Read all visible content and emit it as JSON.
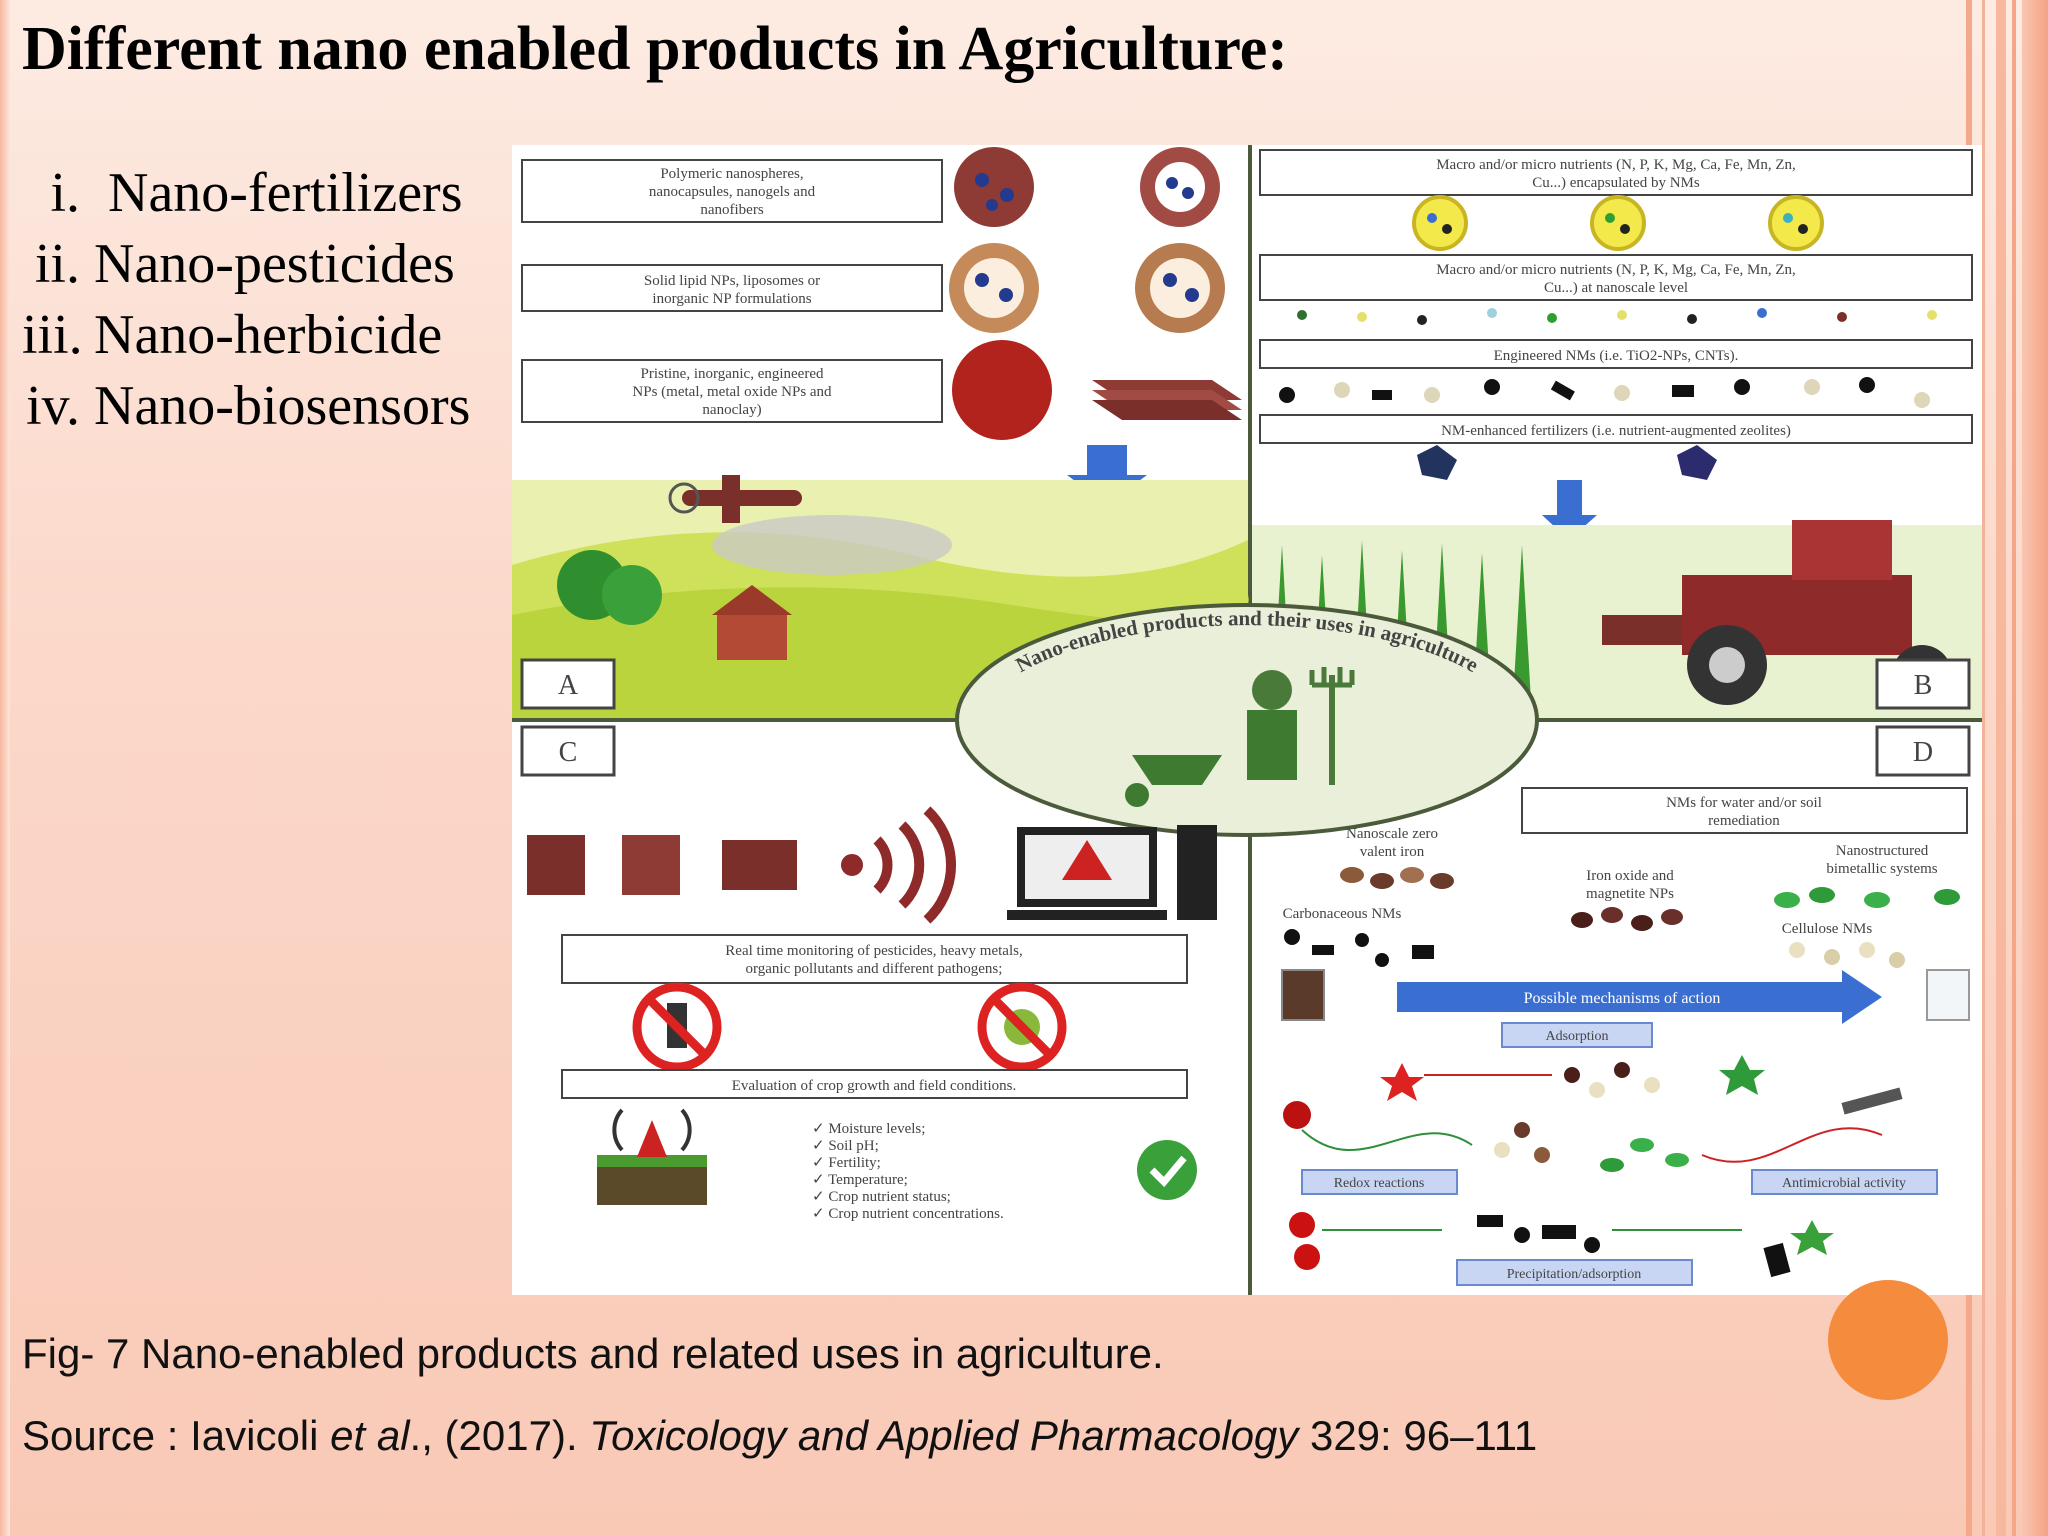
{
  "title": "Different nano enabled products in Agriculture:",
  "list": [
    {
      "num": "i.",
      "text": "Nano-fertilizers"
    },
    {
      "num": "ii.",
      "text": "Nano-pesticides"
    },
    {
      "num": "iii.",
      "text": "Nano-herbicide"
    },
    {
      "num": "iv.",
      "text": "Nano-biosensors"
    }
  ],
  "caption": "Fig- 7  Nano-enabled products and related uses in agriculture.",
  "source": {
    "prefix": "Source : Iavicoli ",
    "etal": "et al",
    "mid": "., (2017). ",
    "journal": "Toxicology and Applied Pharmacology",
    "suffix": " 329: 96–111"
  },
  "figure": {
    "center_text": "Nano-enabled products and their uses in agriculture",
    "panel_labels": {
      "a": "A",
      "b": "B",
      "c": "C",
      "d": "D"
    },
    "a_box1": [
      "Polymeric nanospheres,",
      "nanocapsules, nanogels and",
      "nanofibers"
    ],
    "a_box2": [
      "Solid lipid NPs, liposomes or",
      "inorganic NP formulations"
    ],
    "a_box3": [
      "Pristine, inorganic, engineered",
      "NPs (metal, metal oxide NPs and",
      "nanoclay)"
    ],
    "b_box1": [
      "Macro and/or micro nutrients (N, P, K, Mg, Ca, Fe, Mn, Zn,",
      "Cu...)  encapsulated by NMs"
    ],
    "b_box2": [
      "Macro and/or micro nutrients (N, P, K, Mg, Ca, Fe, Mn, Zn,",
      "Cu...)  at nanoscale level"
    ],
    "b_box3": "Engineered NMs (i.e. TiO2-NPs, CNTs).",
    "b_box4": "NM-enhanced fertilizers (i.e. nutrient-augmented zeolites)",
    "c_box1": [
      "Real time monitoring of pesticides, heavy metals,",
      "organic pollutants and different pathogens;"
    ],
    "c_box2": "Evaluation of crop growth and field conditions.",
    "c_checklist": [
      "Moisture levels;",
      "Soil pH;",
      "Fertility;",
      "Temperature;",
      "Crop nutrient status;",
      "Crop nutrient concentrations."
    ],
    "d_box1": [
      "NMs for water and/or soil",
      "remediation"
    ],
    "d_labels": {
      "nzvi": [
        "Nanoscale zero",
        "valent iron"
      ],
      "iron_oxide": [
        "Iron oxide and",
        "magnetite NPs"
      ],
      "bimetallic": [
        "Nanostructured",
        "bimetallic systems"
      ],
      "carbon": "Carbonaceous NMs",
      "cellulose": "Cellulose NMs"
    },
    "d_mechanisms": "Possible mechanisms of action",
    "d_adsorption": "Adsorption",
    "d_redox": "Redox reactions",
    "d_antimicrobial": "Antimicrobial activity",
    "d_precip": "Precipitation/adsorption"
  },
  "colors": {
    "accent_orange": "#f58b3c",
    "panel_maroon": "#7a2f2a",
    "arrow_blue": "#3a6fd1"
  }
}
